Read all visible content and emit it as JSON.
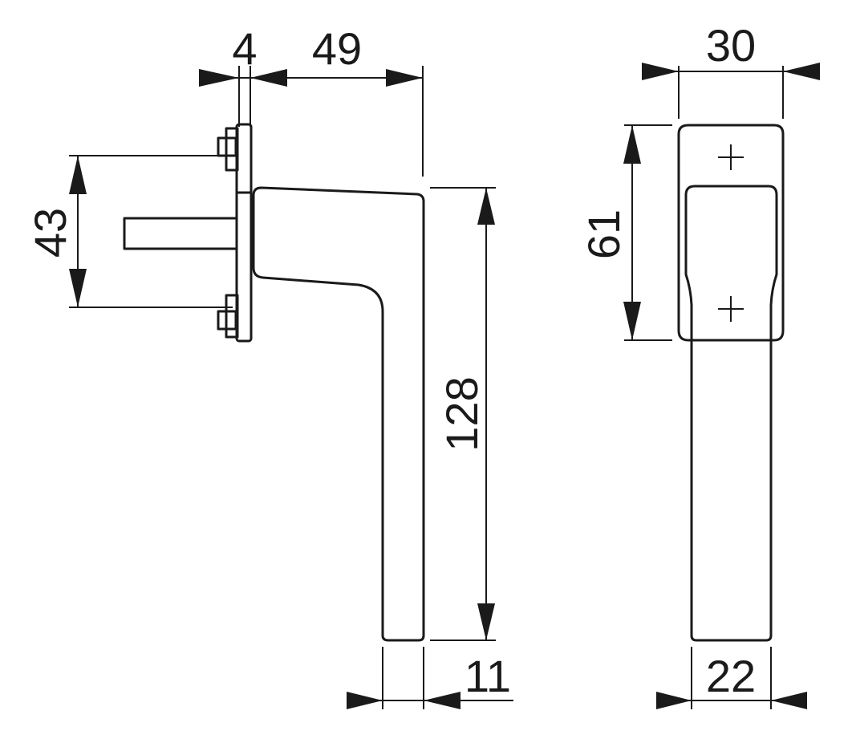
{
  "dimensions": {
    "plate_thickness": "4",
    "handle_projection": "49",
    "screw_spacing": "43",
    "handle_length": "128",
    "grip_thickness": "11",
    "rose_width": "30",
    "rose_height": "61",
    "grip_width": "22"
  }
}
